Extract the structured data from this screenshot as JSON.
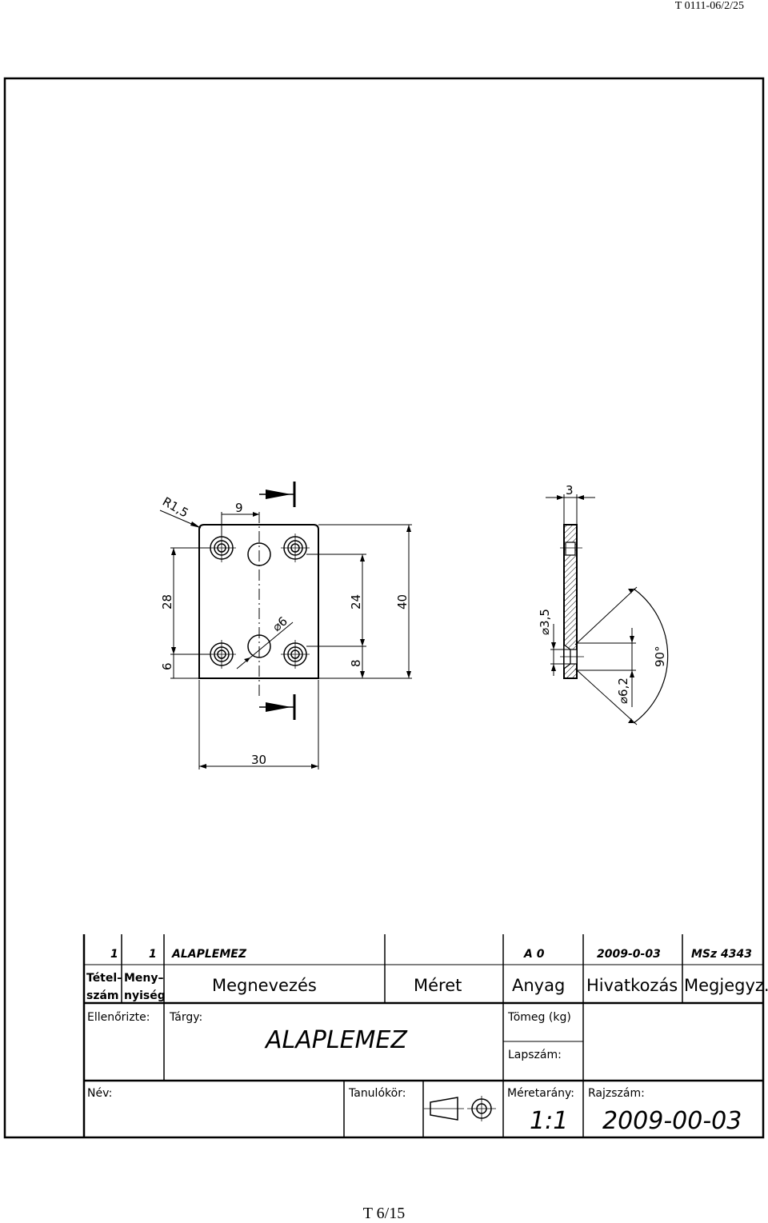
{
  "header": {
    "doc_code": "T 0111-06/2/25"
  },
  "footer": {
    "page": "T 6/15"
  },
  "drawing": {
    "dimensions": {
      "radius": "R1,5",
      "hole_offset": "9",
      "hole_diameter": "⌀6",
      "height_28": "28",
      "offset_6": "6",
      "pitch_24": "24",
      "offset_8": "8",
      "height_40": "40",
      "width_30": "30",
      "thickness": "3",
      "small_diameter": "⌀3,5",
      "countersink_diameter": "⌀6,2",
      "countersink_angle": "90°"
    }
  },
  "title_block": {
    "item_no": "1",
    "quantity": "1",
    "part_name": "ALAPLEMEZ",
    "material": "A 0",
    "reference": "2009-0-03",
    "note": "MSz 4343",
    "header_item": [
      "Tétel–",
      "szám"
    ],
    "header_quantity": [
      "Meny–",
      "nyiség"
    ],
    "header_name": "Megnevezés",
    "header_size": "Méret",
    "header_material": "Anyag",
    "header_reference": "Hivatkozás",
    "header_note": "Megjegyz.",
    "checked_label": "Ellenőrizte:",
    "subject_label": "Tárgy:",
    "subject_value": "ALAPLEMEZ",
    "mass_label": "Tömeg (kg)",
    "sheet_label": "Lapszám:",
    "name_label": "Név:",
    "class_label": "Tanulókör:",
    "scale_label": "Méretarány:",
    "scale_value": "1:1",
    "drawing_no_label": "Rajzszám:",
    "drawing_no_value": "2009-00-03"
  }
}
